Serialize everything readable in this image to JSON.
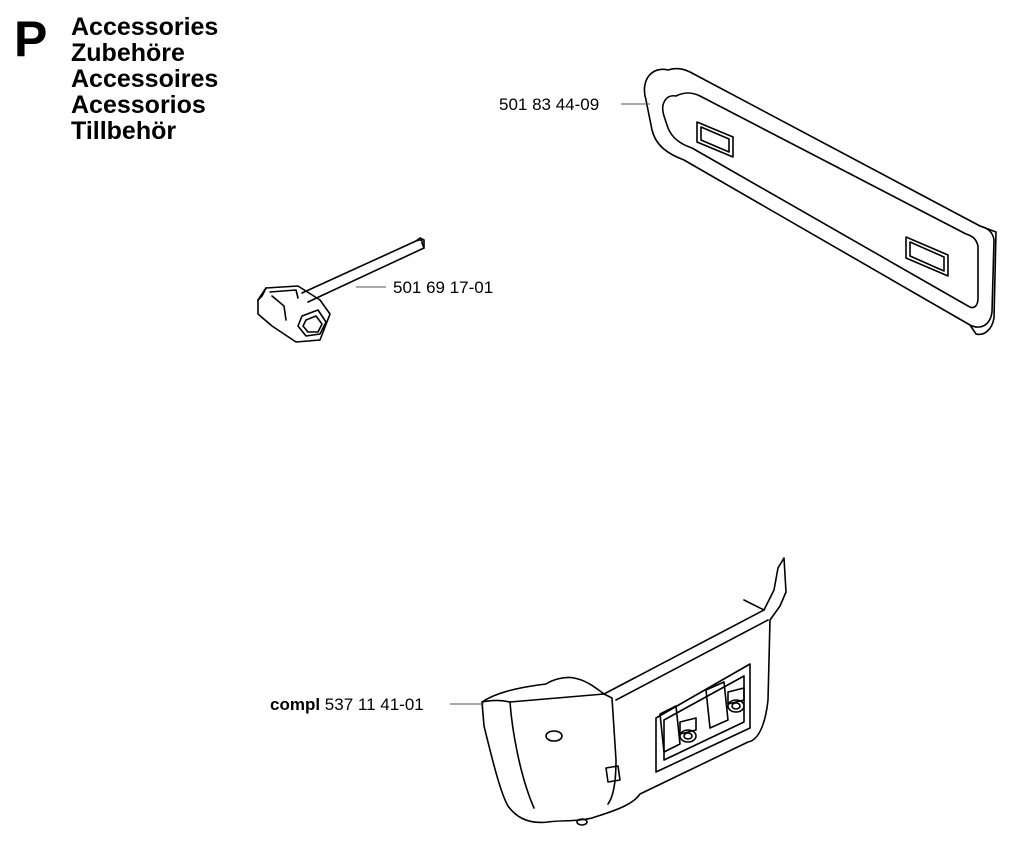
{
  "header": {
    "section_letter": "P",
    "titles": [
      "Accessories",
      "Zubehöre",
      "Accessoires",
      "Acessorios",
      "Tillbehör"
    ]
  },
  "parts": [
    {
      "id": "bar-cover",
      "part_number": "501 83 44-09",
      "prefix": ""
    },
    {
      "id": "combination-spanner",
      "part_number": "501 69 17-01",
      "prefix": ""
    },
    {
      "id": "chain-brake-cover",
      "part_number": "537 11 41-01",
      "prefix": "compl"
    }
  ]
}
